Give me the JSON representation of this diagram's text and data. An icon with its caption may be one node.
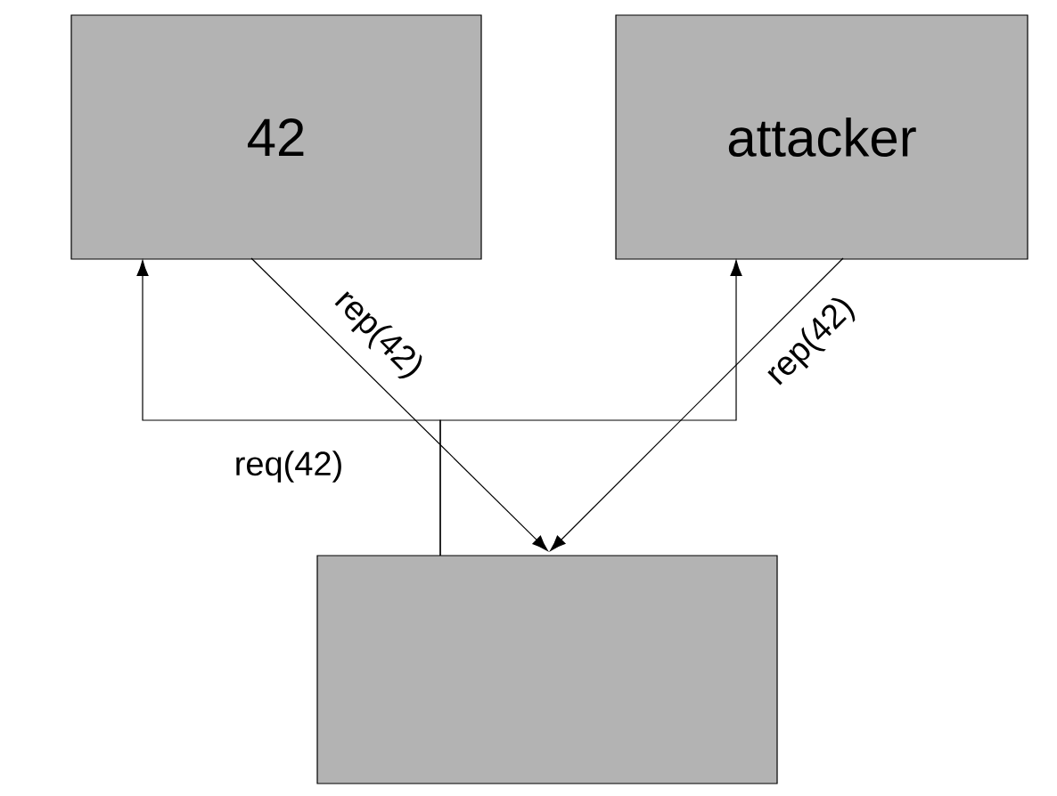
{
  "diagram": {
    "nodes": [
      {
        "text": [
          "42"
        ]
      },
      {
        "text": [
          "attacker"
        ]
      },
      {
        "text": [],
        "shape": "box"
      }
    ],
    "edges": [
      {
        "from": 2,
        "to": 0,
        "arrow": "to",
        "label": "req(42)"
      },
      {
        "from": 2,
        "to": 1,
        "arrow": "to"
      },
      {
        "from": 0,
        "to": 2,
        "arrow": "to",
        "label": "rep(42)"
      },
      {
        "from": 1,
        "to": 2,
        "arrow": "to",
        "label": "rep(42)"
      }
    ]
  }
}
